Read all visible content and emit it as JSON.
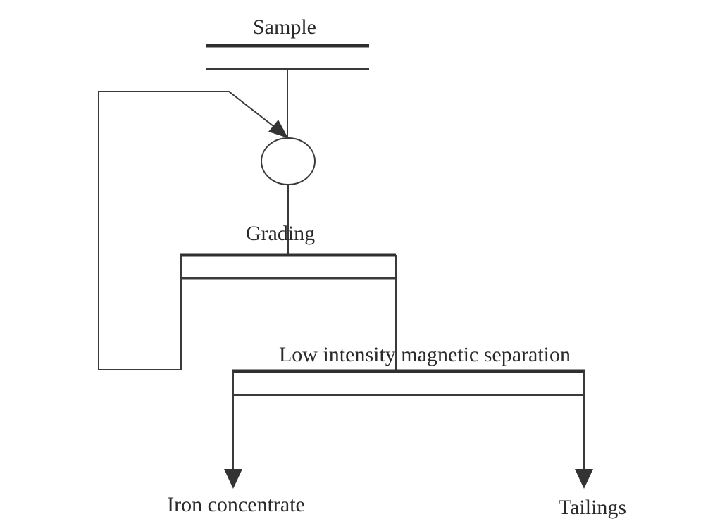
{
  "diagram": {
    "sample_label": "Sample",
    "grading_label": "Grading",
    "lims_label": "Low intensity magnetic separation",
    "iron_label": "Iron concentrate",
    "tailings_label": "Tailings"
  },
  "colors": {
    "line": "#333333",
    "text": "#2a2a2a",
    "background": "#ffffff"
  }
}
